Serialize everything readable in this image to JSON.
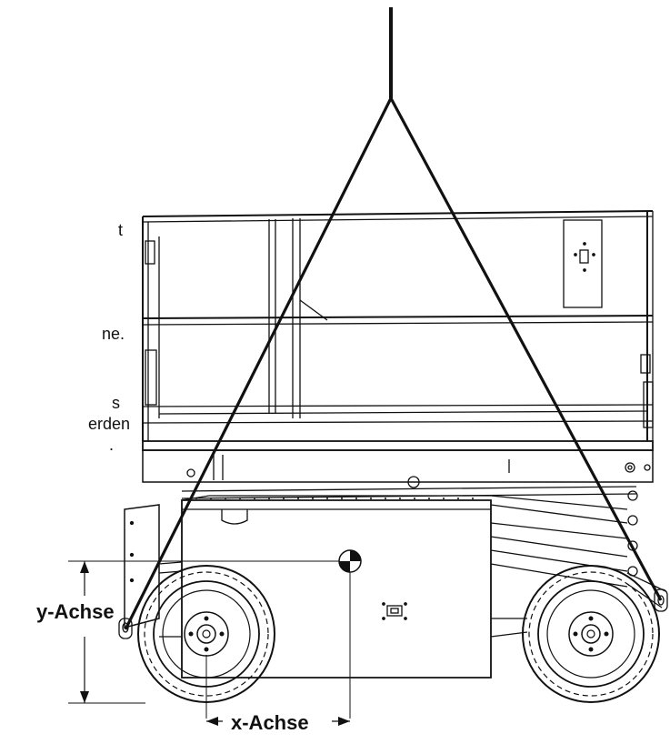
{
  "text_fragments": {
    "line1": "t",
    "line2": "ne.",
    "line3": "s",
    "line4": "erden",
    "line5": "."
  },
  "labels": {
    "y_axis": "y-Achse",
    "x_axis": "x-Achse"
  },
  "colors": {
    "ink": "#111111",
    "fill_light": "#ffffff"
  }
}
